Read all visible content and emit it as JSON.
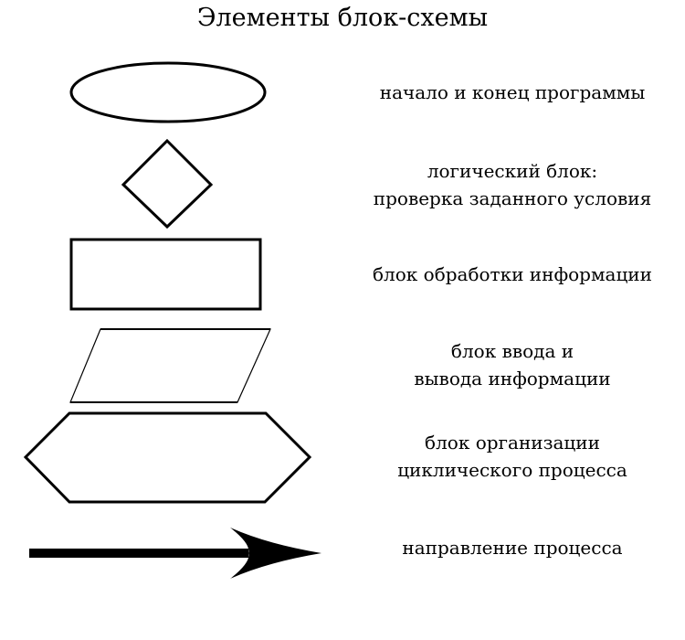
{
  "title": "Элементы блок-схемы",
  "elements": [
    {
      "shape": "ellipse",
      "lines": [
        "начало и конец программы"
      ]
    },
    {
      "shape": "diamond",
      "lines": [
        "логический блок:",
        "проверка заданного условия"
      ]
    },
    {
      "shape": "rectangle",
      "lines": [
        "блок обработки информации"
      ]
    },
    {
      "shape": "parallelogram",
      "lines": [
        "блок ввода и",
        "вывода информации"
      ]
    },
    {
      "shape": "hexagon",
      "lines": [
        "блок организации",
        "циклического процесса"
      ]
    },
    {
      "shape": "arrow",
      "lines": [
        "направление процесса"
      ]
    }
  ]
}
